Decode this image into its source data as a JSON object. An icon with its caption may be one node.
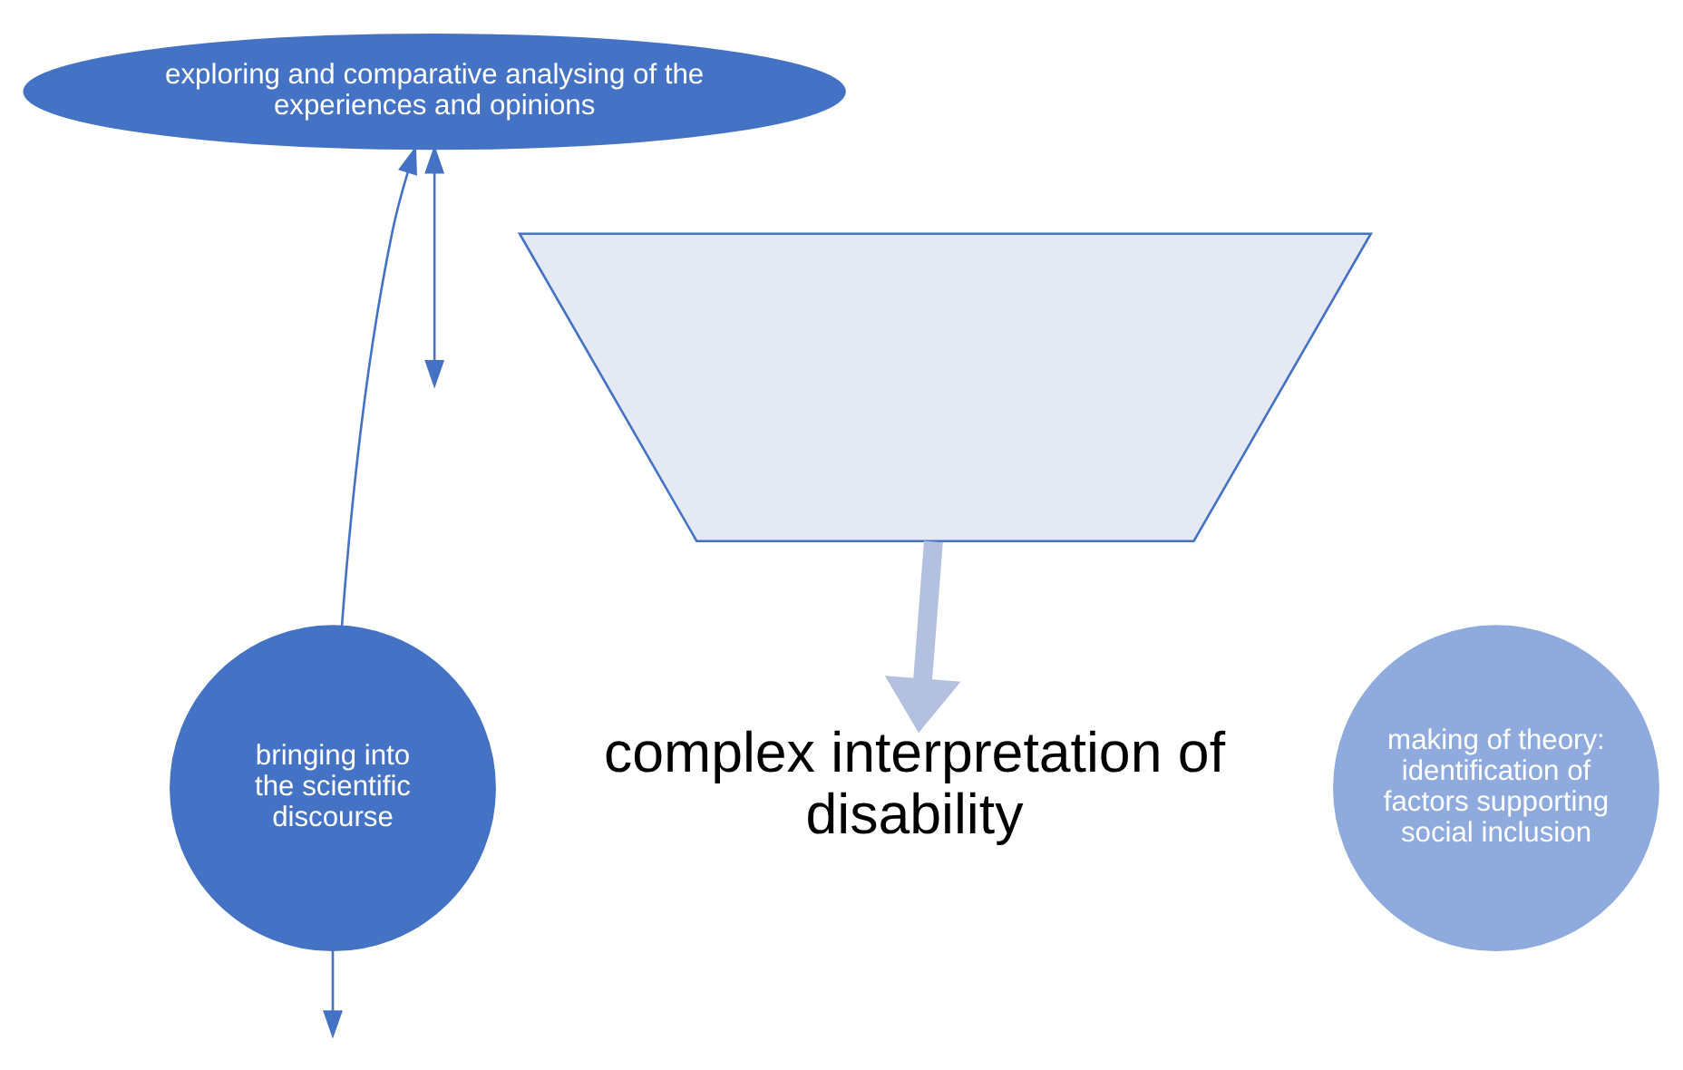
{
  "diagram": {
    "nodes": [
      {
        "text": [
          "exploring and comparative analysing of the experiences and opinions"
        ]
      },
      {
        "text": [],
        "shape": "funnel"
      },
      {
        "text": [
          "bringing into the scientific discourse"
        ]
      },
      {
        "text": [
          "making of theory: identification of factors supporting social inclusion"
        ]
      },
      {
        "text": [
          "complex interpretation of disability"
        ]
      }
    ],
    "edges": [
      {
        "from": 2,
        "to": 0,
        "arrow": "to"
      },
      {
        "from": 2,
        "to": null,
        "arrow": "to"
      },
      {
        "from": 0,
        "to": null,
        "arrow": "both"
      },
      {
        "from": 1,
        "to": 4,
        "arrow": "to",
        "style": "thick",
        "color": "#b4c0e0"
      }
    ]
  }
}
